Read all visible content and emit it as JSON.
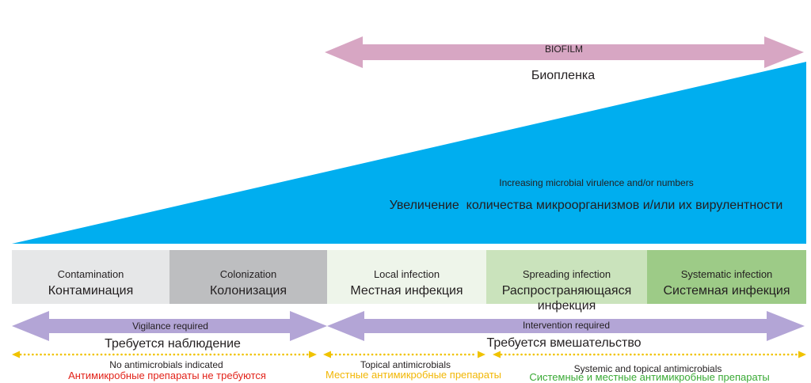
{
  "biofilm": {
    "label_en": "BIOFILM",
    "label_ru": "Биопленка",
    "color": "#D7A6C3"
  },
  "virulence": {
    "label_en": "Increasing microbial virulence and/or numbers",
    "label_ru": "Увеличение  количества микроорганизмов и/или их вирулентности",
    "color": "#00AEEF"
  },
  "stages": [
    {
      "label_en": "Contamination",
      "label_ru": "Контаминация",
      "color": "#E6E7E8"
    },
    {
      "label_en": "Colonization",
      "label_ru": "Колонизация",
      "color": "#BDBEC0"
    },
    {
      "label_en": "Local infection",
      "label_ru": "Местная инфекция",
      "color": "#EEF5EA"
    },
    {
      "label_en": "Spreading infection",
      "label_ru": "Распространяющаяся инфекция",
      "color": "#CAE3BC"
    },
    {
      "label_en": "Systematic infection",
      "label_ru": "Системная инфекция",
      "color": "#9DCB87"
    }
  ],
  "response_color": "#B3A5D6",
  "response": [
    {
      "label_en": "Vigilance required",
      "label_ru": "Требуется наблюдение"
    },
    {
      "label_en": "Intervention required",
      "label_ru": "Требуется вмешательство"
    }
  ],
  "treatment_arrow_color": "#F0C300",
  "treatment": [
    {
      "label_en": "No antimicrobials indicated",
      "label_ru": "Антимикробные препараты не требуются",
      "ru_color": "#E2231A"
    },
    {
      "label_en": "Topical antimicrobials",
      "label_ru": "Местные антимикробные препараты",
      "ru_color": "#F2B705"
    },
    {
      "label_en": "Systemic and topical antimicrobials",
      "label_ru": "Системные и местные антимикробные препараты",
      "ru_color": "#3AAA35"
    }
  ]
}
